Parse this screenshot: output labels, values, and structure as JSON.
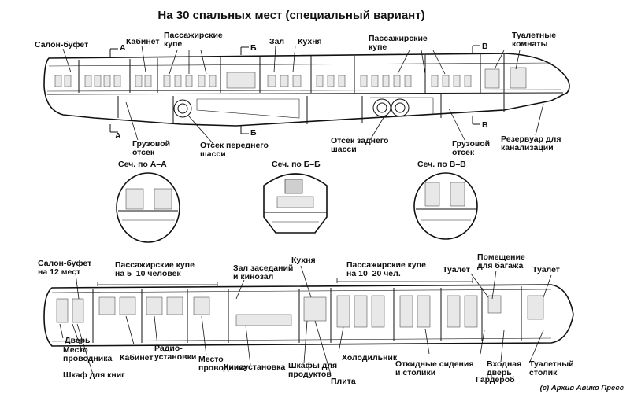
{
  "title": "На 30 спальных мест (специальный вариант)",
  "copyright": "(c) Архив Авико Пресс",
  "top_plan": {
    "labels": {
      "salon_bufet": "Салон-буфет",
      "a_top": "А",
      "kabinet": "Кабинет",
      "pass_kupe_1": "Пассажирские\nкупе",
      "b_top": "Б",
      "zal": "Зал",
      "kuhnya": "Кухня",
      "pass_kupe_2": "Пассажирские\nкупе",
      "v_top": "В",
      "tualet": "Туалетные\nкомнаты",
      "a_bottom": "А",
      "gruz_1": "Грузовой\nотсек",
      "otsek_perednego": "Отсек переднего\nшасси",
      "b_bottom": "Б",
      "otsek_zadnego": "Отсек заднего\nшасси",
      "gruz_2": "Грузовой\nотсек",
      "v_bottom": "В",
      "rezervuar": "Резервуар для\nканализации"
    }
  },
  "sections": [
    {
      "label": "Сеч. по А–А"
    },
    {
      "label": "Сеч. по Б–Б"
    },
    {
      "label": "Сеч. по В–В"
    }
  ],
  "bottom_plan": {
    "labels": {
      "salon_bufet_12": "Салон-буфет\nна 12 мест",
      "pass_kupe_5_10": "Пассажирские купе\nна 5–10 человек",
      "zal_zasedaniy": "Зал заседаний\nи кинозал",
      "kuhnya": "Кухня",
      "pass_kupe_10_20": "Пассажирские купе\nна 10–20 чел.",
      "pomeshchenie": "Помещение\nдля багажа",
      "tualet_1": "Туалет",
      "tualet_2": "Туалет",
      "dver": "Дверь",
      "mesto_provodnika_1": "Место\nпроводника",
      "shkaf_knig": "Шкаф для книг",
      "kabinet": "Кабинет",
      "radioustanovki": "Радио-\nустановки",
      "mesto_provodnika_2": "Место\nпроводника",
      "kinoustanovka": "Киноустановка",
      "shkafy_produktov": "Шкафы для\nпродуктов",
      "plita": "Плита",
      "holodilnik": "Холодильник",
      "otkidnye": "Откидные сидения\nи столики",
      "vhodnaya_dver": "Входная\nдверь",
      "garderob": "Гардероб",
      "tualetny_stolik": "Туалетный\nстолик"
    }
  }
}
